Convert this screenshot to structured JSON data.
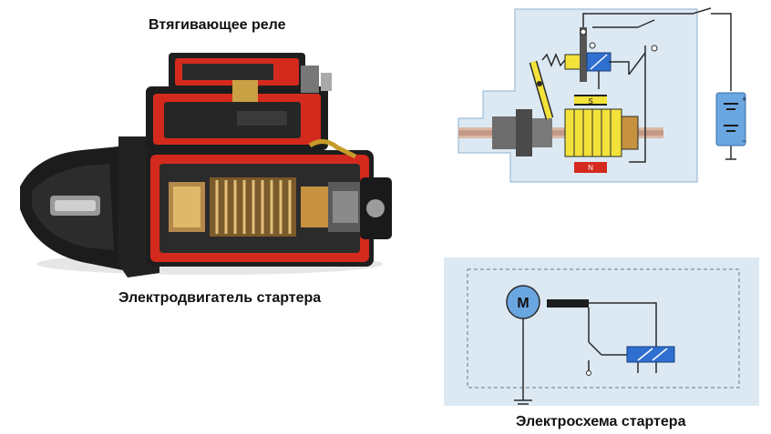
{
  "labels": {
    "relay": "Втягивающее реле",
    "motor": "Электродвигатель стартера",
    "scheme": "Электросхема стартера"
  },
  "diagram_marks": {
    "motor_symbol": "M",
    "field_north": "N",
    "field_south": "S",
    "battery_plus": "+",
    "battery_minus": "−"
  },
  "colors": {
    "panel_blue": "#dce9f3",
    "housing_red": "#d42a1e",
    "armature_yellow": "#f2e23a",
    "coil_blue": "#2f6fd0",
    "battery_blue": "#6aa6e0",
    "wire_dark": "#2a2a2a"
  }
}
